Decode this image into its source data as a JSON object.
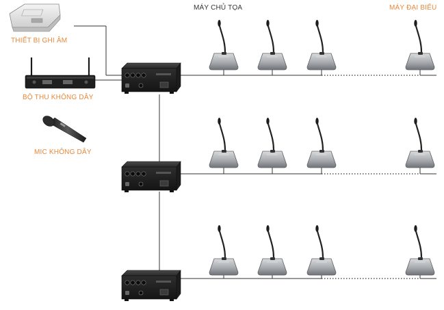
{
  "labels": {
    "recorder": "THIẾT BỊ GHI ÂM",
    "receiver": "BỘ THU KHÔNG DÂY",
    "wireless_mic": "MIC KHÔNG DÂY",
    "chairman": "MÁY CHỦ TỌA",
    "delegate": "MÁY ĐẠI BIỂU"
  },
  "colors": {
    "accent_label": "#e8883a",
    "dark_label": "#333333",
    "wire": "#333333",
    "unit_body": "#a9acb0",
    "amp_body": "#2b2b2b"
  },
  "icons": {
    "recorder": "recorder-icon",
    "receiver": "wireless-receiver-icon",
    "mic": "handheld-mic-icon",
    "amplifier": "central-unit-icon",
    "conference": "gooseneck-mic-unit-icon"
  },
  "structure": {
    "rows": 3,
    "units_per_row": 4,
    "chain": "dotted"
  }
}
